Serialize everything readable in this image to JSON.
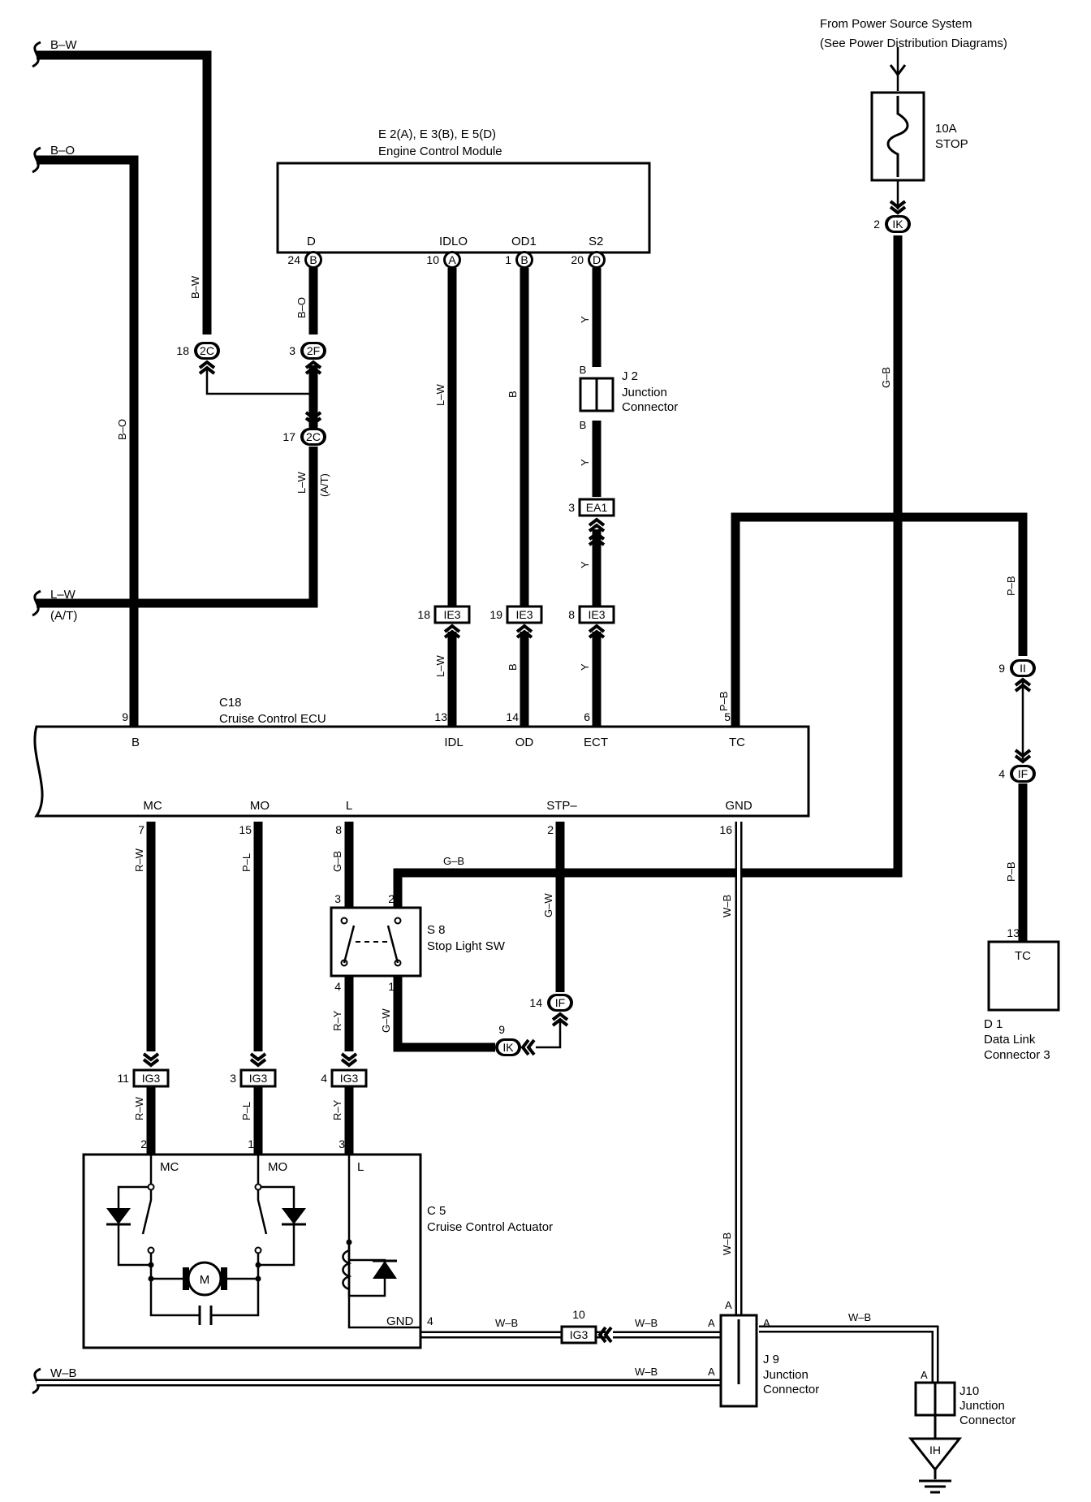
{
  "power_source": {
    "line1": "From Power Source System",
    "line2": "(See Power Distribution Diagrams)"
  },
  "fuse": {
    "rating": "10A",
    "name": "STOP"
  },
  "ecm": {
    "id": "E 2(A), E 3(B), E 5(D)",
    "name": "Engine Control Module",
    "terminals": [
      {
        "label": "D",
        "pin": "24",
        "conn": "B"
      },
      {
        "label": "IDLO",
        "pin": "10",
        "conn": "A"
      },
      {
        "label": "OD1",
        "pin": "1",
        "conn": "B"
      },
      {
        "label": "S2",
        "pin": "20",
        "conn": "D"
      }
    ]
  },
  "cruise_ecu": {
    "id": "C18",
    "name": "Cruise Control ECU",
    "top_terminals": [
      {
        "label": "B",
        "pin": "9"
      },
      {
        "label": "IDL",
        "pin": "13"
      },
      {
        "label": "OD",
        "pin": "14"
      },
      {
        "label": "ECT",
        "pin": "6"
      },
      {
        "label": "TC",
        "pin": "5"
      }
    ],
    "bottom_terminals": [
      {
        "label": "MC",
        "pin": "7"
      },
      {
        "label": "MO",
        "pin": "15"
      },
      {
        "label": "L",
        "pin": "8"
      },
      {
        "label": "STP–",
        "pin": "2"
      },
      {
        "label": "GND",
        "pin": "16"
      }
    ]
  },
  "left_inputs": [
    {
      "color": "B–W",
      "note": ""
    },
    {
      "color": "B–O",
      "note": ""
    },
    {
      "color": "L–W",
      "note": "(A/T)"
    },
    {
      "color": "W–B",
      "note": ""
    }
  ],
  "connectors": {
    "c2c_18": {
      "pin": "18",
      "id": "2C"
    },
    "c2f_3": {
      "pin": "3",
      "id": "2F"
    },
    "c2c_17": {
      "pin": "17",
      "id": "2C"
    },
    "ik_2": {
      "pin": "2",
      "id": "IK"
    },
    "ea1_3": {
      "pin": "3",
      "id": "EA1"
    },
    "ie3_18": {
      "pin": "18",
      "id": "IE3"
    },
    "ie3_19": {
      "pin": "19",
      "id": "IE3"
    },
    "ie3_8": {
      "pin": "8",
      "id": "IE3"
    },
    "ii_9": {
      "pin": "9",
      "id": "II"
    },
    "if_4": {
      "pin": "4",
      "id": "IF"
    },
    "if_14": {
      "pin": "14",
      "id": "IF"
    },
    "ik_9": {
      "pin": "9",
      "id": "IK"
    },
    "ig3_11": {
      "pin": "11",
      "id": "IG3"
    },
    "ig3_3": {
      "pin": "3",
      "id": "IG3"
    },
    "ig3_4": {
      "pin": "4",
      "id": "IG3"
    },
    "ig3_10": {
      "pin": "10",
      "id": "IG3"
    },
    "ih": {
      "id": "IH"
    }
  },
  "j2": {
    "id": "J 2",
    "line1": "Junction",
    "line2": "Connector",
    "top": "B",
    "bottom": "B"
  },
  "j9": {
    "id": "J 9",
    "line1": "Junction",
    "line2": "Connector"
  },
  "j10": {
    "id": "J10",
    "line1": "Junction",
    "line2": "Connector"
  },
  "stop_sw": {
    "id": "S 8",
    "name": "Stop Light SW",
    "p3": "3",
    "p2": "2",
    "p4": "4",
    "p1": "1"
  },
  "dlc": {
    "id": "D 1",
    "line1": "Data Link",
    "line2": "Connector 3",
    "terminal": "TC",
    "pin": "13"
  },
  "actuator": {
    "id": "C 5",
    "name": "Cruise Control Actuator",
    "mc": "MC",
    "mo": "MO",
    "l": "L",
    "gnd": "GND",
    "p2": "2",
    "p1": "1",
    "p3": "3",
    "p4": "4",
    "motor": "M"
  },
  "wire_colors": {
    "bw": "B–W",
    "bo": "B–O",
    "lw": "L–W",
    "at": "(A/T)",
    "b": "B",
    "y": "Y",
    "gb": "G–B",
    "pb": "P–B",
    "rw": "R–W",
    "pl": "P–L",
    "ry": "R–Y",
    "gw": "G–W",
    "wb": "W–B",
    "a": "A"
  }
}
